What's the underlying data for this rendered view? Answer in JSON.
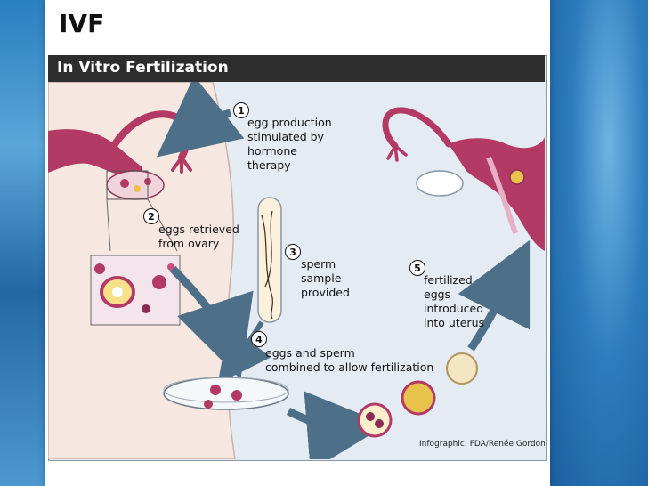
{
  "slide": {
    "title": "IVF"
  },
  "figure": {
    "header": "In Vitro Fertilization",
    "credit": "Infographic: FDA/Renée Gordon"
  },
  "steps": [
    {
      "number": "1",
      "text": "egg production\nstimulated by\nhormone\ntherapy"
    },
    {
      "number": "2",
      "text": "eggs retrieved\nfrom ovary"
    },
    {
      "number": "3",
      "text": "sperm\nsample\nprovided"
    },
    {
      "number": "4",
      "text": "eggs and sperm\ncombined to allow fertilization"
    },
    {
      "number": "5",
      "text": "fertilized\neggs\nintroduced\ninto uterus"
    }
  ],
  "colors": {
    "uterus": "#b23a64",
    "arrow": "#4d6f87",
    "egg": "#e8c24a",
    "body": "#f6e7e0"
  }
}
